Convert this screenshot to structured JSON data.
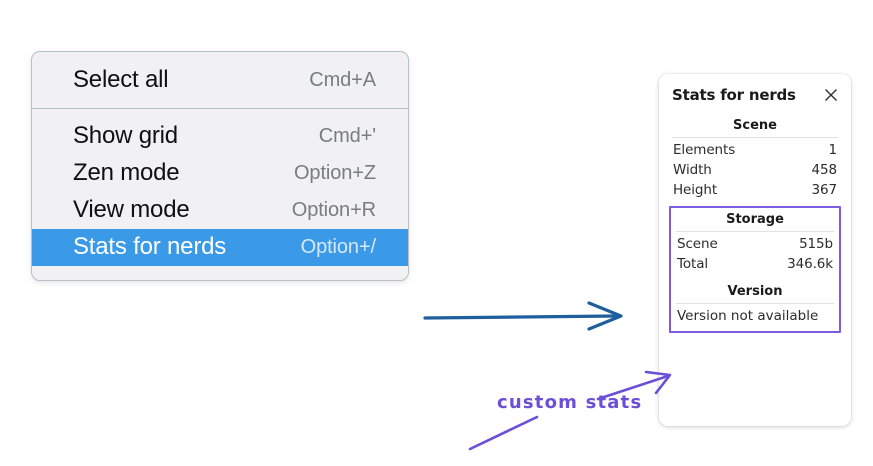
{
  "context_menu": {
    "groups": [
      {
        "items": [
          {
            "label": "Select all",
            "shortcut": "Cmd+A",
            "selected": false
          }
        ]
      },
      {
        "items": [
          {
            "label": "Show grid",
            "shortcut": "Cmd+'",
            "selected": false
          },
          {
            "label": "Zen mode",
            "shortcut": "Option+Z",
            "selected": false
          },
          {
            "label": "View mode",
            "shortcut": "Option+R",
            "selected": false
          },
          {
            "label": "Stats for nerds",
            "shortcut": "Option+/",
            "selected": true
          }
        ]
      }
    ]
  },
  "stats_panel": {
    "title": "Stats for nerds",
    "close_icon": "close-icon",
    "scene": {
      "heading": "Scene",
      "rows": [
        {
          "key": "Elements",
          "value": "1"
        },
        {
          "key": "Width",
          "value": "458"
        },
        {
          "key": "Height",
          "value": "367"
        }
      ]
    },
    "storage": {
      "heading": "Storage",
      "rows": [
        {
          "key": "Scene",
          "value": "515b"
        },
        {
          "key": "Total",
          "value": "346.6k"
        }
      ]
    },
    "version": {
      "heading": "Version",
      "text": "Version not available"
    }
  },
  "annotations": {
    "custom_stats_label": "custom stats",
    "blue_arrow_color": "#1f5f9e",
    "purple_color": "#6b4fd8",
    "highlight_box_color": "#7b5ce0"
  }
}
